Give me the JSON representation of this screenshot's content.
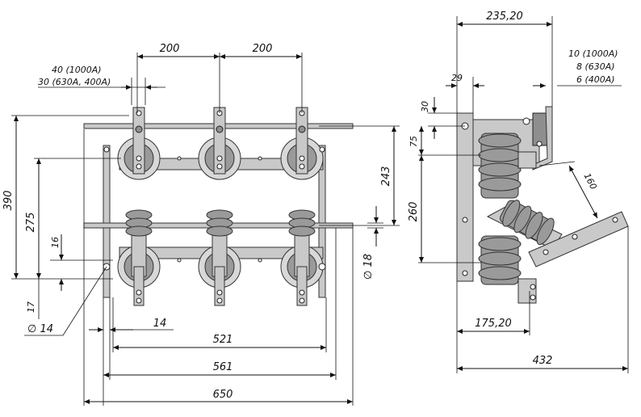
{
  "front_view": {
    "spacing_left": "200",
    "spacing_right": "200",
    "bar_width_1000": "40 (1000A)",
    "bar_width_630_400": "30 (630A, 400A)",
    "height_total": "390",
    "height_275": "275",
    "dim_16": "16",
    "dim_17": "17",
    "dim_243": "243",
    "hole_d18": "∅ 18",
    "hole_d14": "∅ 14",
    "dim_14": "14",
    "width_521": "521",
    "width_561": "561",
    "width_650": "650"
  },
  "side_view": {
    "depth_235": "235,20",
    "thickness_1000": "10 (1000A)",
    "thickness_630": "8 (630A)",
    "thickness_400": "6 (400A)",
    "dim_29": "29",
    "dim_30": "30",
    "dim_75": "75",
    "dim_260": "260",
    "dim_160": "160",
    "dim_175": "175,20",
    "depth_432": "432"
  }
}
